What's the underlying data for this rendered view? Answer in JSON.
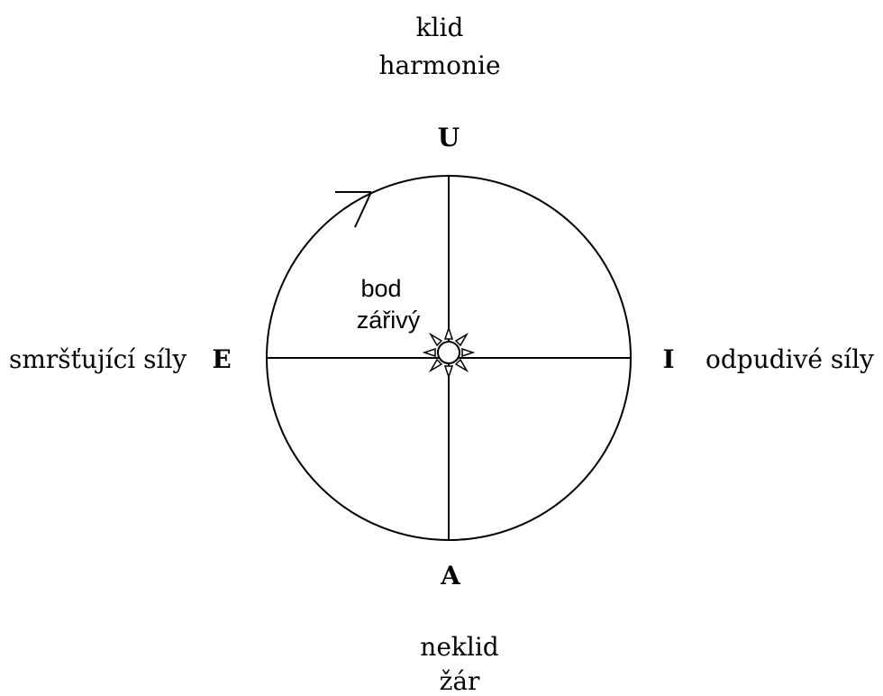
{
  "top": {
    "line1": "klid",
    "line2": "harmonie",
    "pole": "U"
  },
  "bottom": {
    "pole": "A",
    "line1": "neklid",
    "line2": "žár"
  },
  "left": {
    "text": "smršťující síly",
    "pole": "E"
  },
  "right": {
    "pole": "I",
    "text": "odpudivé síly"
  },
  "center": {
    "line1": "bod",
    "line2": "zářivý",
    "symbol": "sun-icon"
  },
  "colors": {
    "stroke": "#000000",
    "background": "#ffffff"
  }
}
